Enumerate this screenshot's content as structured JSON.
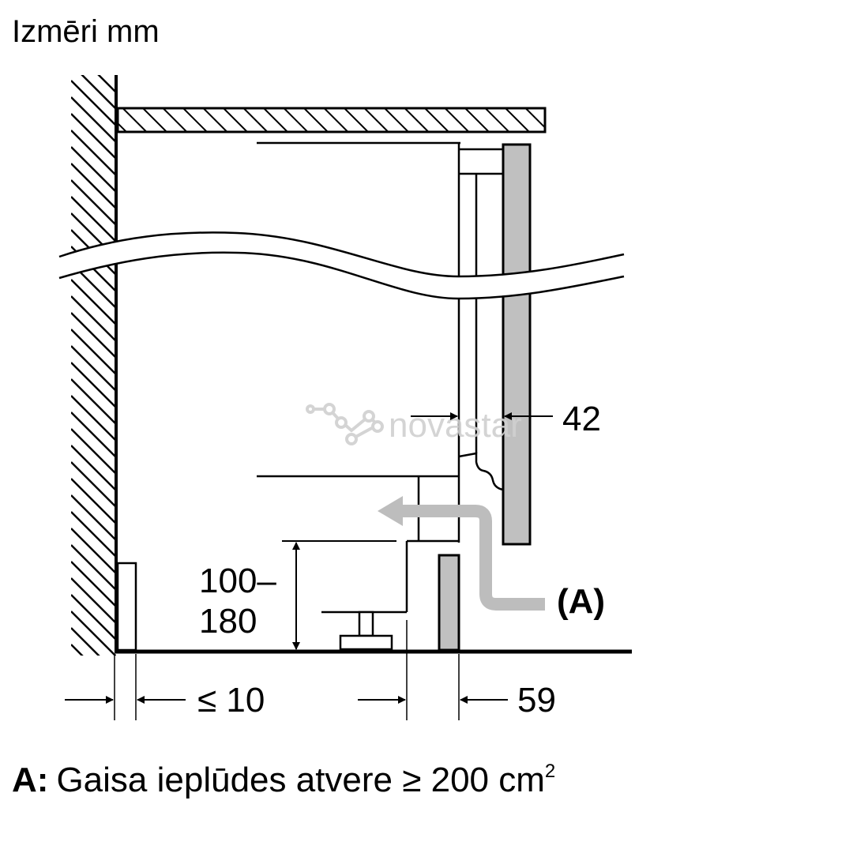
{
  "title": "Izmēri mm",
  "dimensions": {
    "depth_gap": "42",
    "plinth_height_line1": "100–",
    "plinth_height_line2": "180",
    "wall_gap": "≤ 10",
    "plinth_offset": "59"
  },
  "label_a": "(A)",
  "caption": {
    "key": "A:",
    "text": "Gaisa ieplūdes atvere ≥ 200 cm",
    "superscript": "2"
  },
  "watermark": "novastar",
  "colors": {
    "line": "#000000",
    "panel_fill": "#c0c0c0",
    "airflow_arrow": "#bdbdbd",
    "watermark": "#d0d0d0"
  }
}
